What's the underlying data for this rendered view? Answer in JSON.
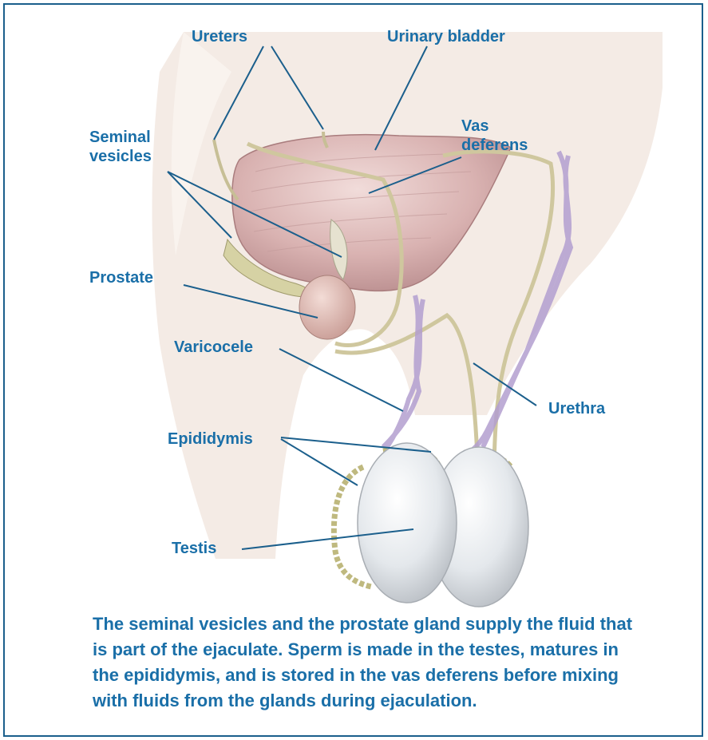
{
  "labels": {
    "ureters": "Ureters",
    "urinary_bladder": "Urinary bladder",
    "seminal_vesicles_line1": "Seminal",
    "seminal_vesicles_line2": "vesicles",
    "vas_deferens_line1": "Vas",
    "vas_deferens_line2": "deferens",
    "prostate": "Prostate",
    "varicocele": "Varicocele",
    "urethra": "Urethra",
    "epididymis": "Epididymis",
    "testis": "Testis"
  },
  "caption": "The seminal vesicles and the prostate gland supply the fluid that is part of the ejaculate. Sperm is made in the testes, matures in the epididymis, and is stored in the vas deferens before mixing with fluids from the glands during ejaculation.",
  "colors": {
    "border": "#1b5f8c",
    "label_text": "#1a6fa8",
    "leader_line": "#1b5f8c",
    "body_silhouette": "#f3ebe4",
    "bladder": "#dbb7b6",
    "vas_deferens": "#cfc79e",
    "epididymis": "#c9c592",
    "varicocele": "#b7a3d2",
    "testis": "#e8ebee"
  }
}
